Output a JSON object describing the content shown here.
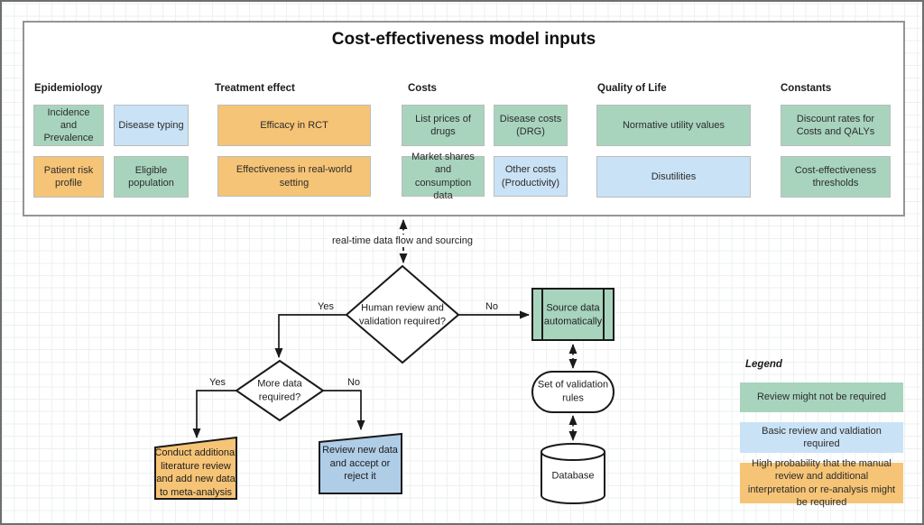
{
  "panel": {
    "title": "Cost-effectiveness model inputs",
    "columns": [
      {
        "header": "Epidemiology",
        "boxes": [
          {
            "label": "Incidence and Prevalence",
            "color": "green"
          },
          {
            "label": "Disease typing",
            "color": "blue"
          },
          {
            "label": "Patient risk profile",
            "color": "orange"
          },
          {
            "label": "Eligible population",
            "color": "green"
          }
        ]
      },
      {
        "header": "Treatment effect",
        "boxes": [
          {
            "label": "Efficacy in RCT",
            "color": "orange"
          },
          {
            "label": "Effectiveness in real-world setting",
            "color": "orange"
          }
        ]
      },
      {
        "header": "Costs",
        "boxes": [
          {
            "label": "List prices of drugs",
            "color": "green"
          },
          {
            "label": "Disease costs (DRG)",
            "color": "green"
          },
          {
            "label": "Market shares and consumption data",
            "color": "green"
          },
          {
            "label": "Other costs (Productivity)",
            "color": "blue"
          }
        ]
      },
      {
        "header": "Quality of Life",
        "boxes": [
          {
            "label": "Normative utility values",
            "color": "green"
          },
          {
            "label": "Disutilities",
            "color": "blue"
          }
        ]
      },
      {
        "header": "Constants",
        "boxes": [
          {
            "label": "Discount rates for Costs and QALYs",
            "color": "green"
          },
          {
            "label": "Cost-effectiveness thresholds",
            "color": "green"
          }
        ]
      }
    ]
  },
  "flowchart": {
    "connector_label": "real-time data flow and sourcing",
    "decision_human_review": {
      "label": "Human review and validation required?",
      "yes": "Yes",
      "no": "No"
    },
    "decision_more_data": {
      "label": "More data required?",
      "yes": "Yes",
      "no": "No"
    },
    "card_literature": {
      "label": "Conduct additional literature review and add new data to meta-analysis"
    },
    "card_review": {
      "label": "Review new data and accept or reject it"
    },
    "process_source_data": {
      "label": "Source data automatically"
    },
    "stadium_validation": {
      "label": "Set of validation rules"
    },
    "database": {
      "label": "Database"
    }
  },
  "legend": {
    "title": "Legend",
    "items": [
      {
        "label": "Review might not be required",
        "color": "green"
      },
      {
        "label": "Basic review and valdiation required",
        "color": "blue"
      },
      {
        "label": "High probability that the manual review and additional interpretation or re-analysis might be required",
        "color": "orange"
      }
    ]
  },
  "colors": {
    "green": "#a8d4be",
    "light_blue": "#cae2f5",
    "orange": "#f6c476",
    "card_blue": "#b0cde7",
    "shape_stroke": "#1a1a1a",
    "box_border": "#b9bdbd",
    "panel_border": "#949494",
    "canvas_border": "#6f6f6f"
  }
}
